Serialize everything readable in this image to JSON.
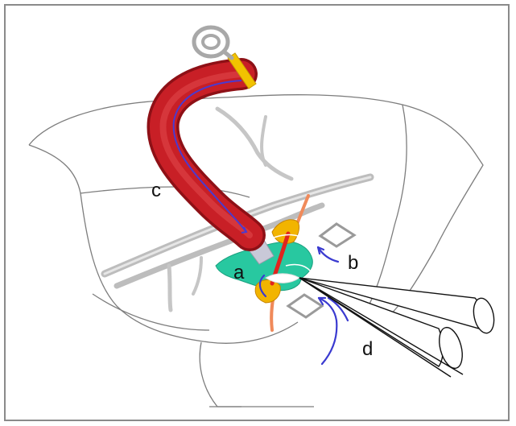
{
  "labels": {
    "a": "a",
    "b": "b",
    "c": "c",
    "d": "d"
  },
  "colors": {
    "frame": "#9a9a9a",
    "outline": "#8a8a8a",
    "vessel": "#c8c8c8",
    "tube_red": "#c81f26",
    "tube_dark": "#8e1016",
    "patch_green": "#28c8a0",
    "orange": "#f08a5a",
    "yellow": "#f2c200",
    "arrow_blue": "#3a3ad0",
    "cone": "#000000"
  },
  "icons": [
    "ring-icon",
    "arrow-icon",
    "cone-icon"
  ]
}
